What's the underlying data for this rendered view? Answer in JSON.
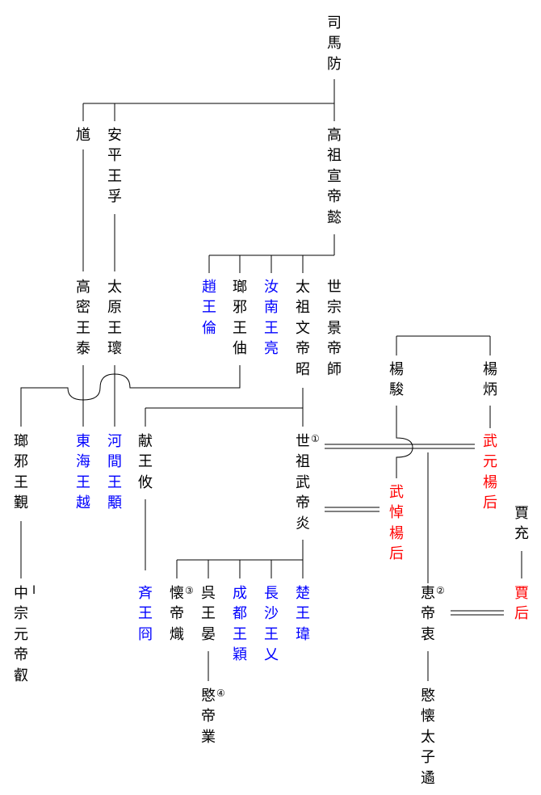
{
  "people": {
    "sima_fang": "司馬防",
    "kui": "馗",
    "an_ping_wang_fu": "安平王孚",
    "gaozu_xuandi_yi": "高祖宣帝懿",
    "zhao_wang_lun": "趙王倫",
    "langya_wang_zhou": "瑯邪王伷",
    "runan_wang_liang": "汝南王亮",
    "taizu_wendi_zhao": "太祖文帝昭",
    "shizong_jingdi_shi": "世宗景帝師",
    "gaomi_wang_tai": "高密王泰",
    "taiyuan_wang_gui": "太原王瓌",
    "yang_jun": "楊駿",
    "yang_bing": "楊炳",
    "langya_wang_jin": "瑯邪王覲",
    "donghai_wang_yue": "東海王越",
    "hejian_wang_yong": "河間王顒",
    "xian_wang_you": "献王攸",
    "shizu_wudi_yan": "世祖武帝炎",
    "wuyuan_yanghou": "武元楊后",
    "wudao_yanghou": "武悼楊后",
    "jia_chong": "賈充",
    "zhongzong_yuandi_rui": "中宗元帝叡",
    "qi_wang_jiong": "斉王冏",
    "huai_di_chi": "懐帝熾",
    "wu_wang_yan": "呉王晏",
    "chengdu_wang_ying": "成都王穎",
    "changsha_wang_yi": "長沙王乂",
    "chu_wang_wei": "楚王瑋",
    "hui_di_zhong": "恵帝衷",
    "jia_hou": "賈后",
    "min_di_ye": "愍帝業",
    "minhuai_taizi_yu": "愍懐太子遹"
  },
  "badges": {
    "wudi": "①",
    "huidi": "②",
    "huaidi": "③",
    "mindi": "④",
    "yuandi": "I"
  },
  "colors": {
    "line": "#000000",
    "text": "#000000",
    "prince": "#0000ff",
    "empress": "#ff0000",
    "background": "#ffffff"
  }
}
